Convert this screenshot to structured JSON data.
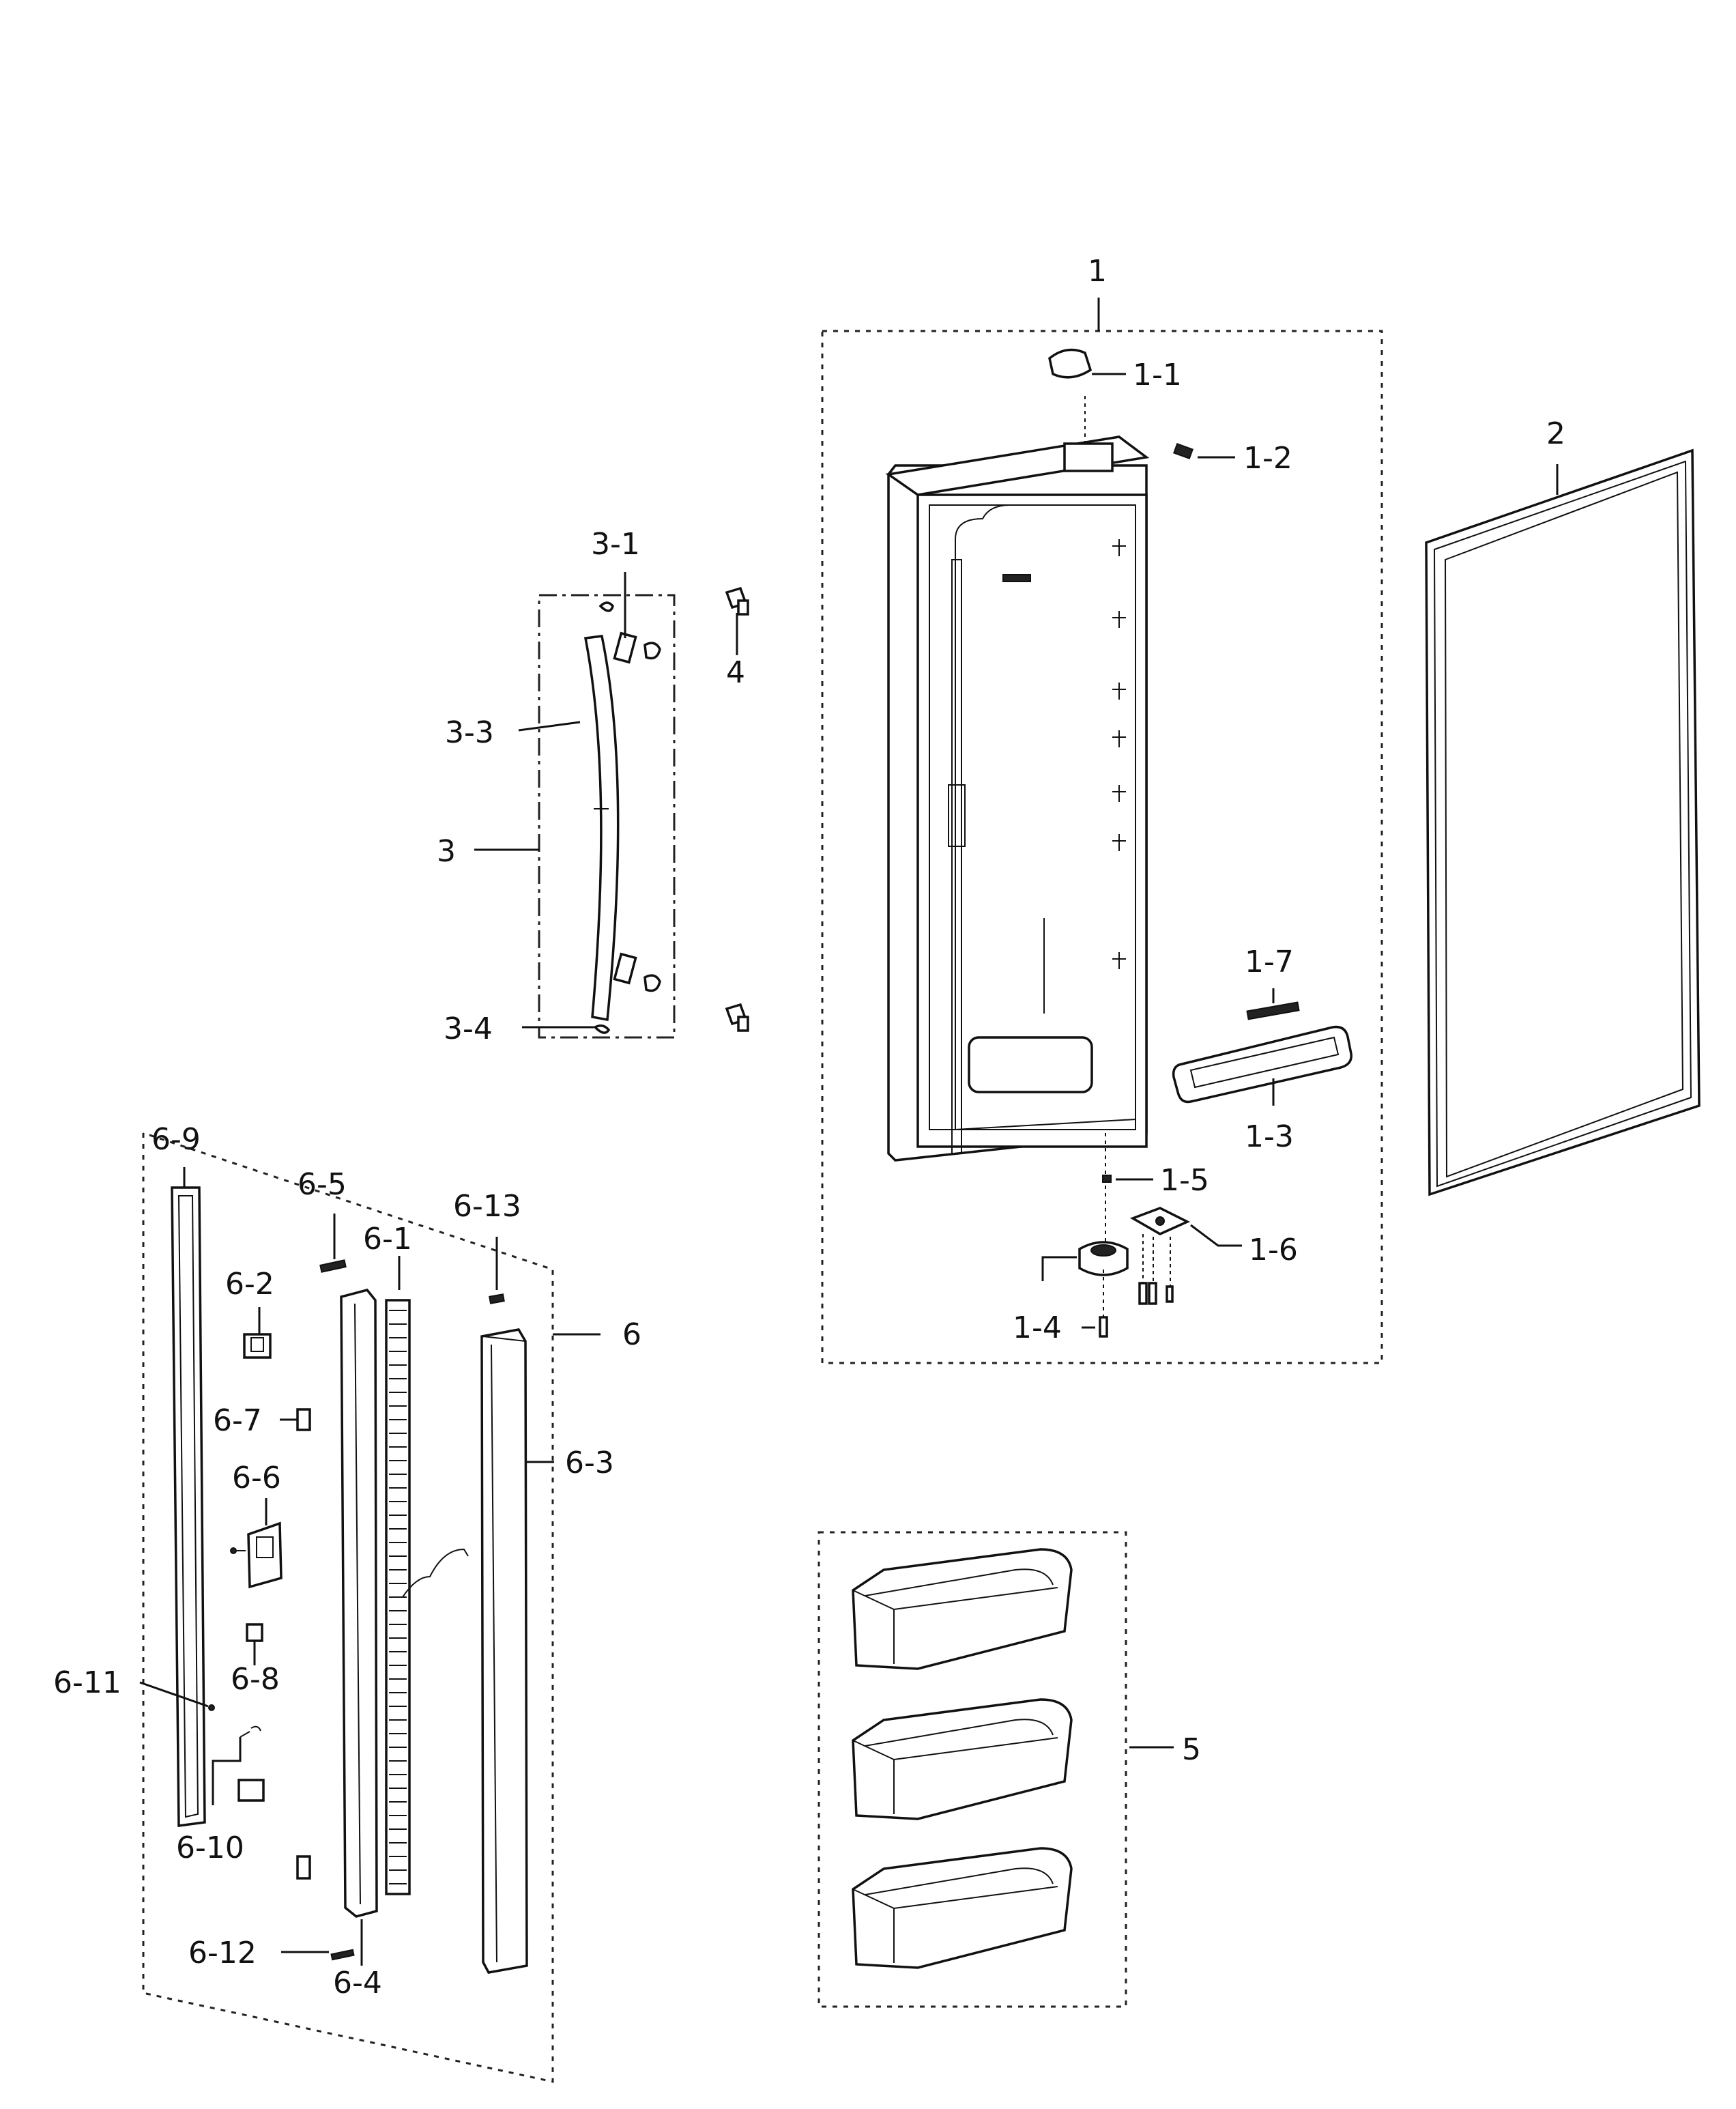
{
  "labels": {
    "l1": "1",
    "l1_1": "1-1",
    "l1_2": "1-2",
    "l1_3": "1-3",
    "l1_4": "1-4",
    "l1_5": "1-5",
    "l1_6": "1-6",
    "l1_7": "1-7",
    "l2": "2",
    "l3": "3",
    "l3_1": "3-1",
    "l3_3": "3-3",
    "l3_4": "3-4",
    "l4": "4",
    "l5": "5",
    "l6": "6",
    "l6_1": "6-1",
    "l6_2": "6-2",
    "l6_3": "6-3",
    "l6_4": "6-4",
    "l6_5": "6-5",
    "l6_6": "6-6",
    "l6_7": "6-7",
    "l6_8": "6-8",
    "l6_9": "6-9",
    "l6_10": "6-10",
    "l6_11": "6-11",
    "l6_12": "6-12",
    "l6_13": "6-13"
  }
}
